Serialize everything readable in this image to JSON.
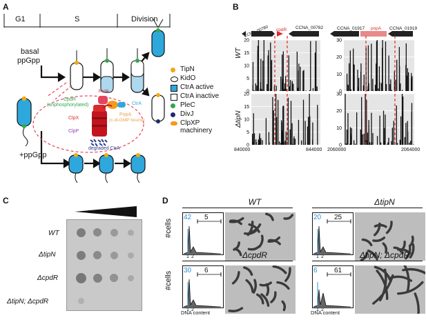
{
  "panels": {
    "A": {
      "label": "A",
      "phases": [
        "G1",
        "S",
        "Division"
      ],
      "basal_label_1": "basal",
      "basal_label_2": "ppGpp",
      "plus_label": "+ppGpp",
      "legend": [
        {
          "text": "TipN",
          "icon": "tipn-orange-dot",
          "color": "#f2a814"
        },
        {
          "text": "KidO",
          "icon": "kido-oval",
          "color": "#ffffff"
        },
        {
          "text": "CtrA active",
          "icon": "ctra-active-square",
          "color": "#2ea8dc"
        },
        {
          "text": "CtrA inactive",
          "icon": "ctra-inactive-square",
          "color": "#ffffff"
        },
        {
          "text": "PleC",
          "icon": "plec-green-dot",
          "color": "#2fa84f"
        },
        {
          "text": "DivJ",
          "icon": "divj-navy-dot",
          "color": "#1d2a6b"
        },
        {
          "text": "ClpXP machinery",
          "icon": "clpxp-orange-pill",
          "color": "#f29b1d"
        }
      ],
      "complex": {
        "cpdr": "CpdR",
        "cpdr_sub": "(unphosphorylated)",
        "rcda": "RcdA",
        "ctra": "CtrA",
        "popa": "PopA",
        "popa_sub": "(c-di-GMP bound)",
        "clpx": "ClpX",
        "clpp": "ClpP",
        "degraded": "degraded CtrA"
      }
    },
    "B": {
      "label": "B",
      "rows": [
        "WT",
        "ΔtipN"
      ],
      "left_genes": [
        "CCNA_00780",
        "cpdR",
        "CCNA_00782"
      ],
      "right_genes": [
        "CCNA_01917",
        "popA",
        "CCNA_01919"
      ],
      "left_x": [
        "840000",
        "844000"
      ],
      "right_x": [
        "2060000",
        "2064000"
      ],
      "y_ticks": [
        "20",
        "15",
        "10",
        "5",
        "0"
      ],
      "y_ticks_right": [
        "30",
        "20",
        "10",
        "0"
      ]
    },
    "C": {
      "label": "C",
      "rows": [
        "WT",
        "ΔtipN",
        "ΔcpdR",
        "ΔtipN; ΔcpdR"
      ]
    },
    "D": {
      "label": "D",
      "y_label": "#cells",
      "x_label": "DNA content",
      "ticks": [
        "1",
        "2"
      ],
      "strains": [
        {
          "name": "WT",
          "left": "42",
          "right": "5"
        },
        {
          "name": "ΔtipN",
          "left": "20",
          "right": "25"
        },
        {
          "name": "ΔcpdR",
          "left": "30",
          "right": "6"
        },
        {
          "name": "ΔtipN; ΔcpdR",
          "left": "6",
          "right": "61"
        }
      ]
    }
  }
}
